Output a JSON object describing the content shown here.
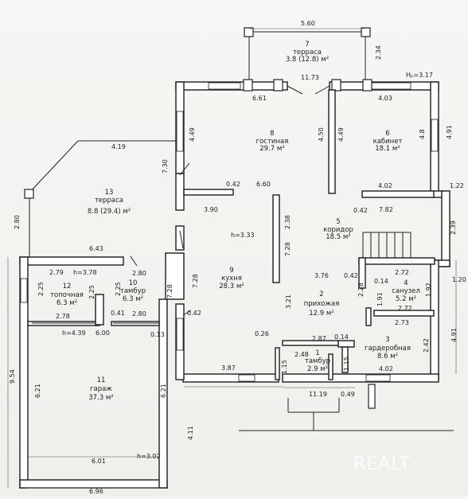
{
  "rooms": [
    {
      "num": "7",
      "name": "терраса",
      "area": "3.8 (12.8) м²"
    },
    {
      "num": "8",
      "name": "гостиная",
      "area": "29.7 м²"
    },
    {
      "num": "6",
      "name": "кабинет",
      "area": "18.1 м²"
    },
    {
      "num": "13",
      "name": "терраса",
      "area": "8.8 (29.4) м²"
    },
    {
      "num": "5",
      "name": "коридор",
      "area": "18.5 м²"
    },
    {
      "num": "9",
      "name": "кухня",
      "area": "28.3 м²"
    },
    {
      "num": "12",
      "name": "топочная",
      "area": "6.3 м²"
    },
    {
      "num": "10",
      "name": "тамбур",
      "area": "6.3 м²"
    },
    {
      "num": "2",
      "name": "прихожая",
      "area": "12.9 м²"
    },
    {
      "num": "4",
      "name": "санузел",
      "area": "5.2 м²"
    },
    {
      "num": "3",
      "name": "гардеробная",
      "area": "8.6 м²"
    },
    {
      "num": "1",
      "name": "тамбур",
      "area": "2.9 м²"
    },
    {
      "num": "11",
      "name": "гараж",
      "area": "37.3 м²"
    }
  ],
  "dims": {
    "d_5_60": "5.60",
    "d_2_34": "2.34",
    "d_hp": "Hₚ=3.17",
    "d_11_73": "11.73",
    "d_6_61": "6.61",
    "d_4_03": "4.03",
    "d_4_49a": "4.49",
    "d_4_50": "4.50",
    "d_4_49b": "4.49",
    "d_4_8": "4.8",
    "d_4_91a": "4.91",
    "d_4_19": "4.19",
    "d_7_30": "7.30",
    "d_0_42a": "0.42",
    "d_6_60": "6.60",
    "d_4_02a": "4.02",
    "d_1_22": "1.22",
    "d_0_42b": "0.42",
    "d_7_82": "7.82",
    "d_2_80a": "2.80",
    "d_3_90": "3.90",
    "d_2_38": "2.38",
    "d_h333": "h=3.33",
    "d_2_39": "2.39",
    "d_6_43": "6.43",
    "d_2_79": "2.79",
    "d_h378": "h=3.78",
    "d_2_80b": "2.80",
    "d_3_76": "3.76",
    "d_0_42c": "0.42",
    "d_2_72a": "2.72",
    "d_1_20": "1.20",
    "d_2_25a": "2.25",
    "d_2_25b": "2.25",
    "d_2_25c": "2.25",
    "d_7_28a": "7.28",
    "d_7_28b": "7.28",
    "d_2_28": "2.28",
    "d_0_14a": "0.14",
    "d_1_91": "1.91",
    "d_1_92": "1.92",
    "d_0_41": "0.41",
    "d_2_78": "2.78",
    "d_2_80c": "2.80",
    "d_0_42d": "0.42",
    "d_2_72b": "2.72",
    "d_2_73": "2.73",
    "d_h439": "h=4.39",
    "d_6_00": "6.00",
    "d_0_13": "0.13",
    "d_3_21": "3.21",
    "d_9_54": "9.54",
    "d_0_26": "0.26",
    "d_2_87": "2.87",
    "d_0_14b": "0.14",
    "d_2_42": "2.42",
    "d_4_91b": "4.91",
    "d_2_48": "2.48",
    "d_1_15a": "1.15",
    "d_1_15b": "1.15",
    "d_6_21a": "6.21",
    "d_6_21b": "6.21",
    "d_3_87": "3.87",
    "d_4_02b": "4.02",
    "d_11_19": "11.19",
    "d_0_49": "0.49",
    "d_4_11": "4.11",
    "d_6_01": "6.01",
    "d_h302": "h=3.02",
    "d_6_96": "6.96"
  },
  "watermark": "REALT"
}
